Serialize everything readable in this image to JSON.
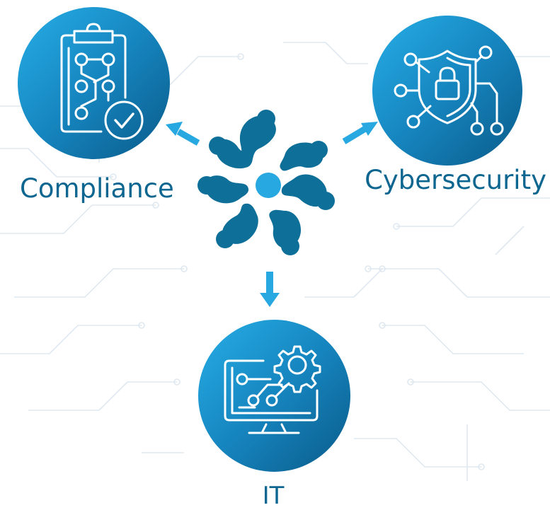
{
  "colors": {
    "circle_light": "#1e9fd6",
    "circle_dark": "#0b5f8f",
    "hub_blob": "#0e6f99",
    "hub_center": "#27a8e0",
    "arrow": "#27a8e0",
    "label_text": "#0d6690",
    "circuit_lines": "#d9e4ee"
  },
  "nodes": {
    "compliance": {
      "label": "Compliance",
      "icon": "clipboard-checklist-icon"
    },
    "cybersecurity": {
      "label": "Cybersecurity",
      "icon": "shield-lock-network-icon"
    },
    "it": {
      "label": "IT",
      "icon": "monitor-gear-icon"
    }
  },
  "hub": {
    "icon": "spinning-blob-hub-icon"
  }
}
